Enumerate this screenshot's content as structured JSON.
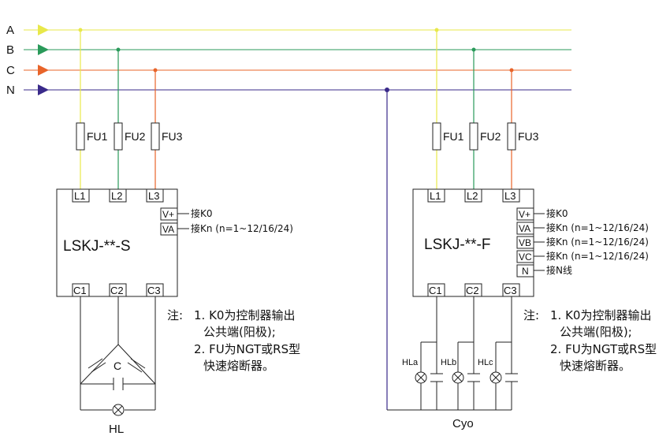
{
  "colors": {
    "A": "#e8e84a",
    "B": "#2a9a5a",
    "C": "#e8642a",
    "N": "#3a2a8a",
    "wire": "#222222"
  },
  "buses": [
    {
      "id": "A",
      "label": "A"
    },
    {
      "id": "B",
      "label": "B"
    },
    {
      "id": "C",
      "label": "C"
    },
    {
      "id": "N",
      "label": "N"
    }
  ],
  "fuses": [
    "FU1",
    "FU2",
    "FU3"
  ],
  "terminals": {
    "top": [
      "L1",
      "L2",
      "L3"
    ],
    "bottom": [
      "C1",
      "C2",
      "C3"
    ]
  },
  "left": {
    "model": "LSKJ-**-S",
    "side_terminals": [
      {
        "tag": "V+",
        "desc": "接K0"
      },
      {
        "tag": "VA",
        "desc": "接Kn (n=1~12/16/24)"
      }
    ],
    "capacitor_label": "C",
    "lamp_label": "HL"
  },
  "right": {
    "model": "LSKJ-**-F",
    "side_terminals": [
      {
        "tag": "V+",
        "desc": "接K0"
      },
      {
        "tag": "VA",
        "desc": "接Kn (n=1~12/16/24)"
      },
      {
        "tag": "VB",
        "desc": "接Kn (n=1~12/16/24)"
      },
      {
        "tag": "VC",
        "desc": "接Kn (n=1~12/16/24)"
      },
      {
        "tag": "N",
        "desc": "接N线"
      }
    ],
    "lamps": [
      "HLa",
      "HLb",
      "HLc"
    ],
    "bank_label": "Cyo"
  },
  "note": {
    "prefix": "注:",
    "line1": "1. K0为控制器输出",
    "line2": "公共端(阳极);",
    "line3": "2. FU为NGT或RS型",
    "line4": "快速熔断器。"
  }
}
